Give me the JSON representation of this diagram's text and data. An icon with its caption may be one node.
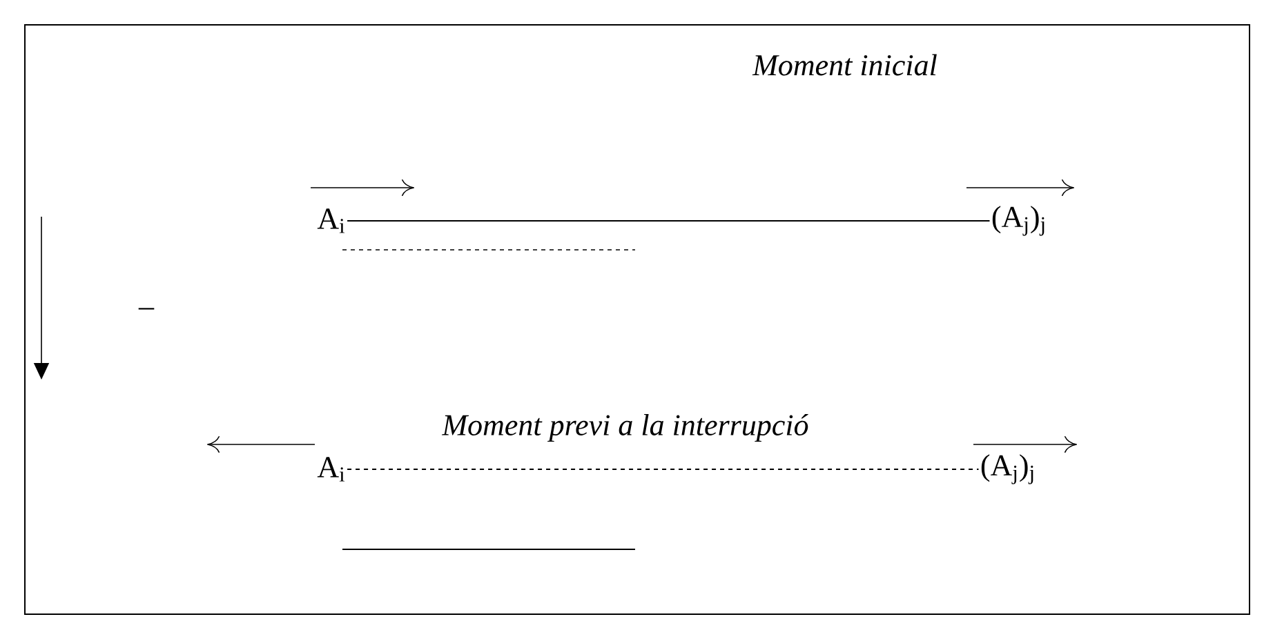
{
  "diagram": {
    "nodes": [
      {
        "text": [
          "A$_{i}$"
        ]
      },
      {
        "text": [
          "(A$_{j}$)$_{j}$"
        ]
      },
      {
        "text": [
          "A$_{i}$"
        ]
      },
      {
        "text": [
          "(A$_{j}$)$_{j}$"
        ]
      }
    ],
    "edges": [
      {
        "from": 0,
        "to": 1,
        "arrow": "none"
      },
      {
        "from": 2,
        "to": 3,
        "arrow": "none",
        "style": "dashed"
      }
    ],
    "labels": [
      "Moment inicial",
      "–",
      "Moment previ a la interrupció"
    ]
  }
}
